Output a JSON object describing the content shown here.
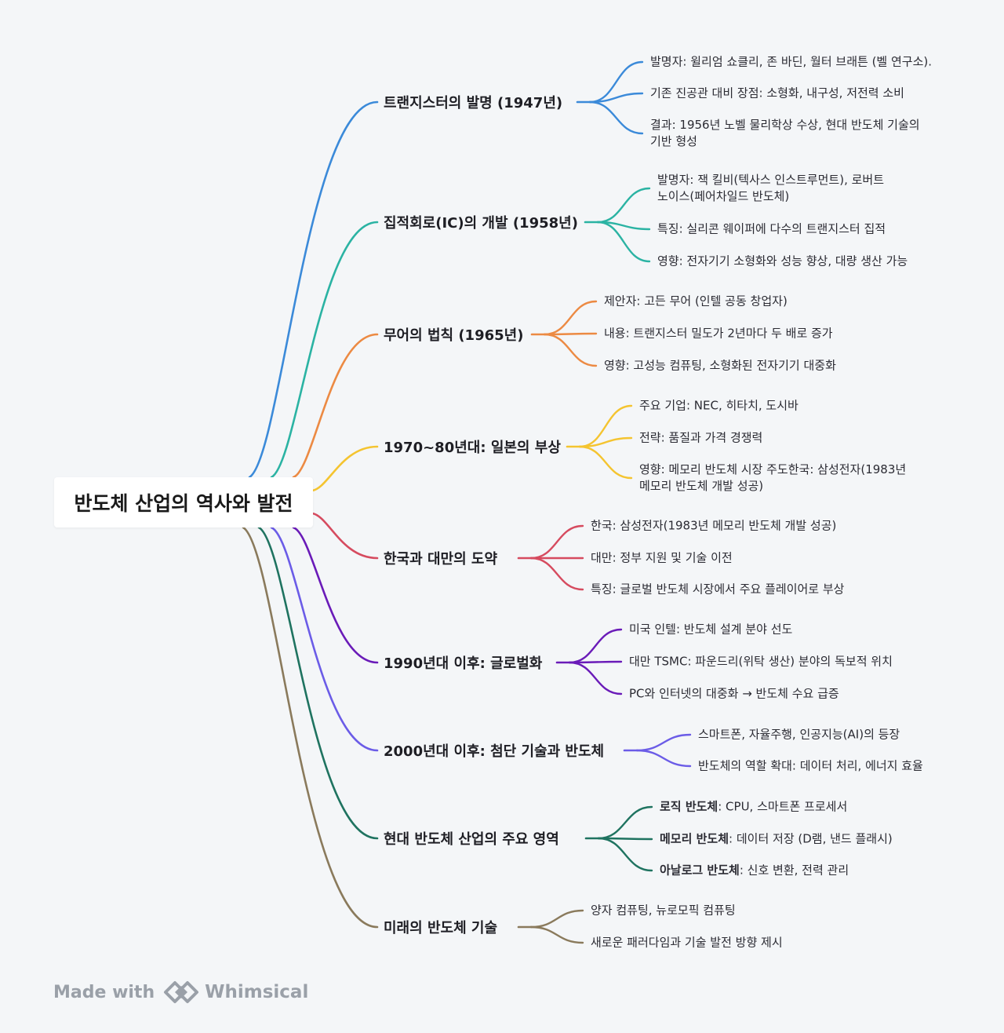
{
  "root": {
    "label": "반도체 산업의 역사와 발전"
  },
  "branches": [
    {
      "label": "트랜지스터의 발명 (1947년)",
      "color": "#3b8ad9",
      "leaves": [
        {
          "text": "발명자: 윌리엄 쇼클리, 존 바딘, 월터 브래튼 (벨 연구소)."
        },
        {
          "text": "기존 진공관 대비 장점: 소형화, 내구성, 저전력 소비"
        },
        {
          "text": "결과: 1956년 노벨 물리학상 수상, 현대 반도체 기술의",
          "text2": "기반 형성"
        }
      ]
    },
    {
      "label": "집적회로(IC)의 개발 (1958년)",
      "color": "#2bb3a3",
      "leaves": [
        {
          "text": "발명자: 잭 킬비(텍사스 인스트루먼트), 로버트",
          "text2": "노이스(페어차일드 반도체)"
        },
        {
          "text": "특징: 실리콘 웨이퍼에 다수의 트랜지스터 집적"
        },
        {
          "text": "영향: 전자기기 소형화와 성능 향상, 대량 생산 가능"
        }
      ]
    },
    {
      "label": "무어의 법칙 (1965년)",
      "color": "#ec8a43",
      "leaves": [
        {
          "text": "제안자: 고든 무어 (인텔 공동 창업자)"
        },
        {
          "text": "내용: 트랜지스터 밀도가 2년마다 두 배로 증가"
        },
        {
          "text": "영향: 고성능 컴퓨팅, 소형화된 전자기기 대중화"
        }
      ]
    },
    {
      "label": "1970~80년대: 일본의 부상",
      "color": "#f4c430",
      "leaves": [
        {
          "text": "주요 기업: NEC, 히타치, 도시바"
        },
        {
          "text": "전략: 품질과 가격 경쟁력"
        },
        {
          "text": "영향: 메모리 반도체 시장 주도한국: 삼성전자(1983년",
          "text2": "메모리 반도체 개발 성공)"
        }
      ]
    },
    {
      "label": "한국과 대만의 도약",
      "color": "#d64b5f",
      "leaves": [
        {
          "text": "한국: 삼성전자(1983년 메모리 반도체 개발 성공)"
        },
        {
          "text": "대만: 정부 지원 및 기술 이전"
        },
        {
          "text": "특징: 글로벌 반도체 시장에서 주요 플레이어로 부상"
        }
      ]
    },
    {
      "label": "1990년대 이후: 글로벌화",
      "color": "#6a1bb8",
      "leaves": [
        {
          "text": "미국 인텔: 반도체 설계 분야 선도"
        },
        {
          "text": "대만 TSMC: 파운드리(위탁 생산) 분야의 독보적 위치"
        },
        {
          "text": "PC와 인터넷의 대중화 → 반도체 수요 급증"
        }
      ]
    },
    {
      "label": "2000년대 이후: 첨단 기술과 반도체",
      "color": "#6b5ce7",
      "leaves": [
        {
          "text": "스마트폰, 자율주행, 인공지능(AI)의 등장"
        },
        {
          "text": "반도체의 역할 확대: 데이터 처리, 에너지 효율"
        }
      ]
    },
    {
      "label": "현대 반도체 산업의 주요 영역",
      "color": "#1f7360",
      "leaves": [
        {
          "bold": "로직 반도체",
          "text": ": CPU, 스마트폰 프로세서"
        },
        {
          "bold": "메모리 반도체",
          "text": ": 데이터 저장 (D램, 낸드 플래시)"
        },
        {
          "bold": "아날로그 반도체",
          "text": ": 신호 변환, 전력 관리"
        }
      ]
    },
    {
      "label": "미래의 반도체 기술",
      "color": "#8a7a5c",
      "leaves": [
        {
          "text": "양자 컴퓨팅, 뉴로모픽 컴퓨팅"
        },
        {
          "text": "새로운 패러다임과 기술 발전 방향 제시"
        }
      ]
    }
  ],
  "footer": {
    "made_with": "Made with",
    "brand": "Whimsical",
    "text_color": "#9aa0a8"
  }
}
